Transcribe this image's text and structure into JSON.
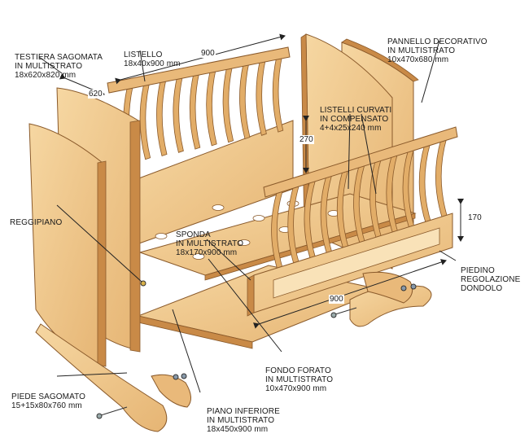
{
  "labels": {
    "testiera": [
      "TESTIERA SAGOMATA",
      "IN MULTISTRATO",
      "18x620x820 mm"
    ],
    "listello": [
      "LISTELLO",
      "18x40x900 mm"
    ],
    "pannello": [
      "PANNELLO DECORATIVO",
      "IN MULTISTRATO",
      "10x470x680 mm"
    ],
    "listelli_curvati": [
      "LISTELLI CURVATI",
      "IN COMPENSATO",
      "4+4x25x240 mm"
    ],
    "reggipiano": [
      "REGGIPIANO"
    ],
    "sponda": [
      "SPONDA",
      "IN MULTISTRATO",
      "18x170x900 mm"
    ],
    "piedino": [
      "PIEDINO",
      "REGOLAZIONE",
      "DONDOLO"
    ],
    "fondo": [
      "FONDO FORATO",
      "IN MULTISTRATO",
      "10x470x900 mm"
    ],
    "piede": [
      "PIEDE SAGOMATO",
      "15+15x80x760 mm"
    ],
    "piano": [
      "PIANO INFERIORE",
      "IN MULTISTRATO",
      "18x450x900 mm"
    ]
  },
  "dimensions": {
    "top_length": "900",
    "depth": "620",
    "side_height": "270",
    "front_height": "170",
    "front_length": "900"
  },
  "colors": {
    "wood_light": "#f3cf95",
    "wood_mid": "#e2b06e",
    "wood_dark": "#c98a47",
    "edge": "#8a5a2b",
    "line": "#2a2a2a"
  }
}
